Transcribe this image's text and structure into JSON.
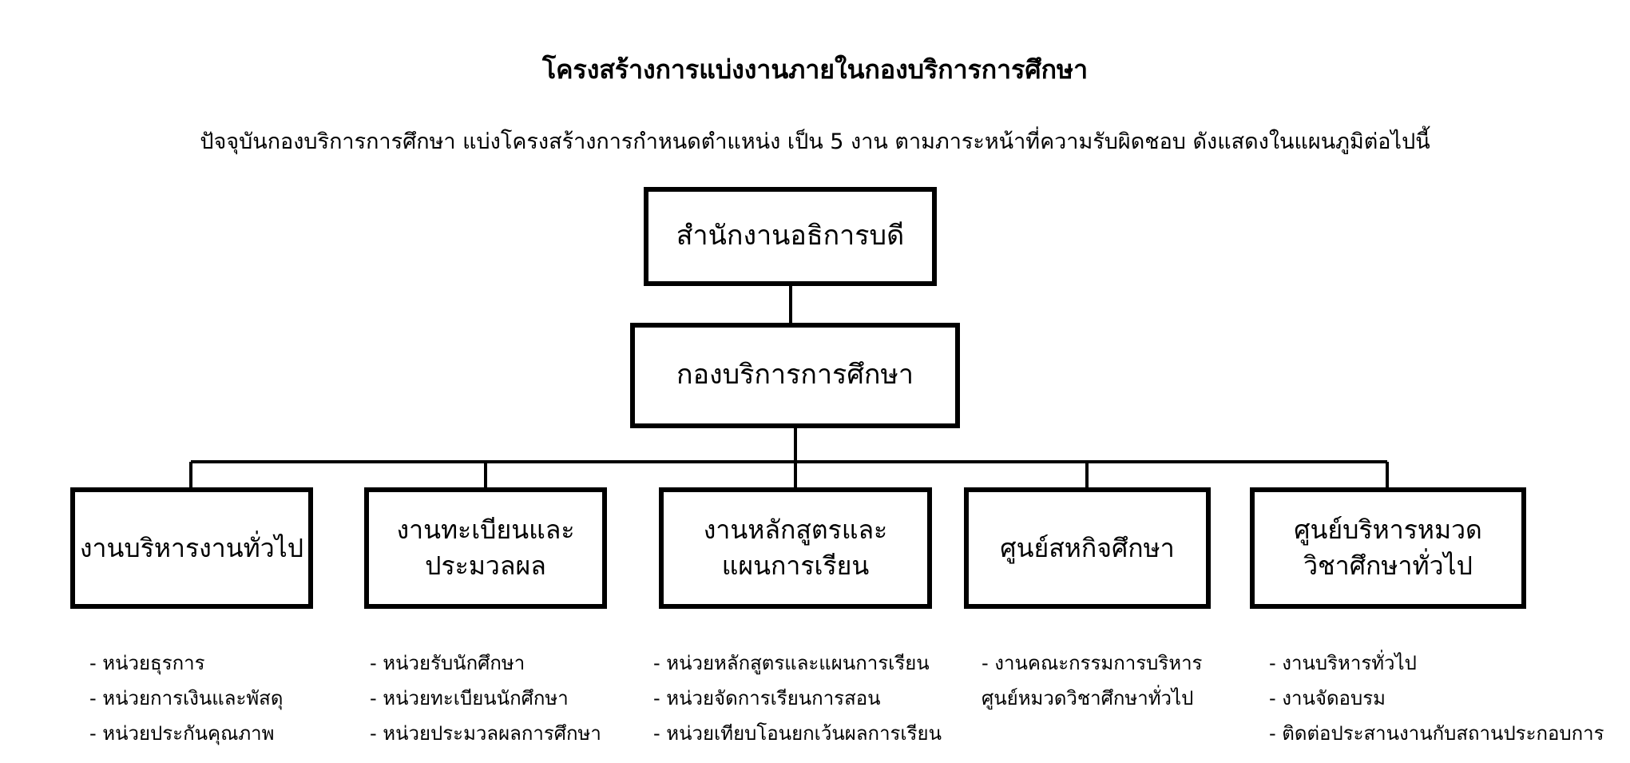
{
  "title": "โครงสร้างการแบ่งงานภายในกองบริการการศึกษา",
  "intro": "ปัจจุบันกองบริการการศึกษา แบ่งโครงสร้างการกำหนดตำแหน่ง เป็น 5 งาน ตามภาระหน้าที่ความรับผิดชอบ ดังแสดงในแผนภูมิต่อไปนี้",
  "top_office": "สำนักงานอธิการบดี",
  "division": "กองบริการการศึกษา",
  "departments": [
    {
      "lines": [
        "งานบริหารงานทั่วไป"
      ],
      "units": [
        "- หน่วยธุรการ",
        "- หน่วยการเงินและพัสดุ",
        "- หน่วยประกันคุณภาพ"
      ]
    },
    {
      "lines": [
        "งานทะเบียนและ",
        "ประมวลผล"
      ],
      "units": [
        "- หน่วยรับนักศึกษา",
        "- หน่วยทะเบียนนักศึกษา",
        "- หน่วยประมวลผลการศึกษา"
      ]
    },
    {
      "lines": [
        "งานหลักสูตรและ",
        "แผนการเรียน"
      ],
      "units": [
        "- หน่วยหลักสูตรและแผนการเรียน",
        "- หน่วยจัดการเรียนการสอน",
        "- หน่วยเทียบโอนยกเว้นผลการเรียน"
      ]
    },
    {
      "lines": [
        "ศูนย์สหกิจศึกษา"
      ],
      "units": [
        "- งานคณะกรรมการบริหาร",
        "ศูนย์หมวดวิชาศึกษาทั่วไป"
      ]
    },
    {
      "lines": [
        "ศูนย์บริหารหมวด",
        "วิชาศึกษาทั่วไป"
      ],
      "units": [
        "- งานบริหารทั่วไป",
        "- งานจัดอบรม",
        "- ติดต่อประสานงานกับสถานประกอบการ"
      ]
    }
  ]
}
